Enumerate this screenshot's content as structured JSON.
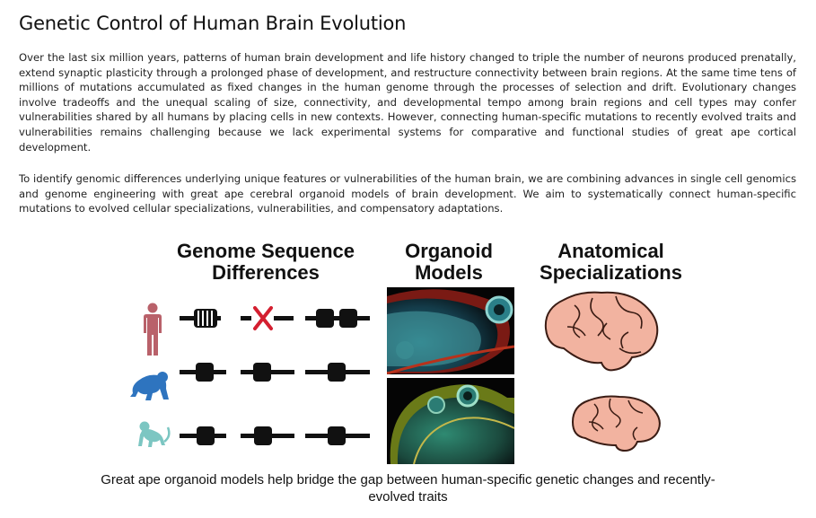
{
  "page": {
    "title": "Genetic Control of Human Brain Evolution",
    "paragraphs": [
      "Over the last six million years, patterns of human brain development and life history changed to triple the number of neurons produced prenatally, extend synaptic plasticity through a prolonged phase of development, and restructure connectivity between brain regions. At the same time tens of millions of mutations accumulated as fixed changes in the human genome through the processes of selection and drift. Evolutionary changes involve tradeoffs and the unequal scaling of size, connectivity, and developmental tempo among brain regions and cell types may confer vulnerabilities shared by all humans by placing cells in new contexts. However, connecting human-specific mutations to recently evolved traits and vulnerabilities remains challenging because we lack experimental systems for comparative and functional studies of great ape cortical development.",
      "To identify genomic differences underlying unique features or vulnerabilities of the human brain, we are combining advances in single cell genomics and genome engineering with great ape cerebral organoid models of brain development. We aim to systematically connect human-specific mutations to evolved cellular specializations, vulnerabilities, and compensatory adaptations."
    ]
  },
  "figure": {
    "headings": {
      "genome": "Genome Sequence Differences",
      "organoid": "Organoid Models",
      "anatomical": "Anatomical Specializations"
    },
    "rows": [
      {
        "species": "human",
        "icon": "human-figure-icon",
        "color": "#b9616a"
      },
      {
        "species": "chimpanzee",
        "icon": "chimpanzee-icon",
        "color": "#2e74bf"
      },
      {
        "species": "macaque",
        "icon": "macaque-icon",
        "color": "#7cc6c2"
      }
    ],
    "mutation_color": "#d41f30",
    "brain_color": "#f2b3a0",
    "caption": "Great ape organoid models help bridge the gap between human-specific genetic changes and recently-evolved traits"
  }
}
